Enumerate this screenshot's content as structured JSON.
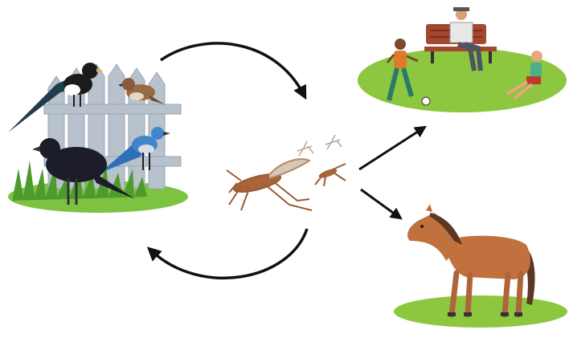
{
  "diagram": {
    "nodes": [
      {
        "id": "birds",
        "icon": "birds-on-fence-icon"
      },
      {
        "id": "mosquitoes",
        "icon": "mosquito-icon"
      },
      {
        "id": "humans",
        "icon": "people-in-park-icon"
      },
      {
        "id": "horse",
        "icon": "horse-icon"
      }
    ],
    "edges": [
      {
        "from": "birds",
        "to": "mosquitoes"
      },
      {
        "from": "mosquitoes",
        "to": "birds"
      },
      {
        "from": "mosquitoes",
        "to": "humans"
      },
      {
        "from": "mosquitoes",
        "to": "horse"
      }
    ]
  },
  "colors": {
    "grass": "#7ec242",
    "grass_dark": "#4f9a2c",
    "fence": "#b7c2cc",
    "mosquito": "#9a5a33",
    "horse": "#c0713e",
    "arrow": "#111111"
  }
}
